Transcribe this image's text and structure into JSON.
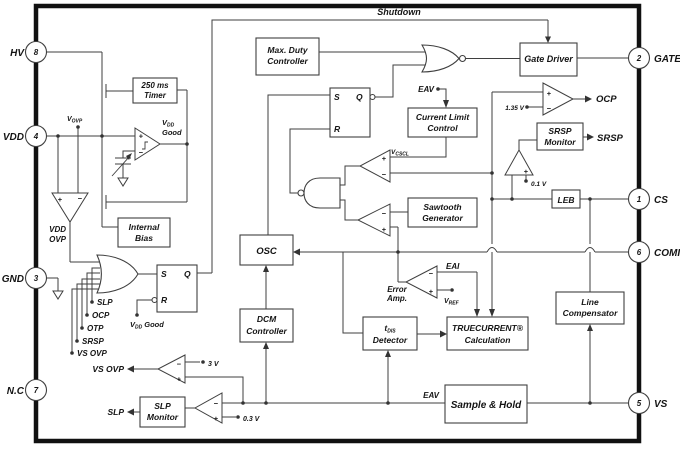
{
  "pins": {
    "hv": {
      "num": "8",
      "label": "HV"
    },
    "vdd": {
      "num": "4",
      "label": "VDD"
    },
    "gnd": {
      "num": "3",
      "label": "GND"
    },
    "nc": {
      "num": "7",
      "label": "N.C"
    },
    "gate": {
      "num": "2",
      "label": "GATE"
    },
    "cs": {
      "num": "1",
      "label": "CS"
    },
    "comi": {
      "num": "6",
      "label": "COMI"
    },
    "vs": {
      "num": "5",
      "label": "VS"
    }
  },
  "blocks": {
    "max_duty": {
      "l1": "Max. Duty",
      "l2": "Controller"
    },
    "gate_driver": {
      "l1": "Gate Driver"
    },
    "timer": {
      "l1": "250 ms",
      "l2": "Timer"
    },
    "internal_bias": {
      "l1": "Internal",
      "l2": "Bias"
    },
    "current_limit": {
      "l1": "Current Limit",
      "l2": "Control"
    },
    "sawtooth": {
      "l1": "Sawtooth",
      "l2": "Generator"
    },
    "osc": {
      "l1": "OSC"
    },
    "dcm": {
      "l1": "DCM",
      "l2": "Controller"
    },
    "tdis": {
      "t": "t",
      "sub": "DIS",
      "l2": "Detector"
    },
    "truecurrent": {
      "l1": "TRUECURRENT®",
      "l2": "Calculation"
    },
    "line_comp": {
      "l1": "Line",
      "l2": "Compensator"
    },
    "sample_hold": {
      "l1": "Sample & Hold"
    },
    "srsp_monitor": {
      "l1": "SRSP",
      "l2": "Monitor"
    },
    "slp_monitor": {
      "l1": "SLP",
      "l2": "Monitor"
    },
    "leb": {
      "l1": "LEB"
    }
  },
  "latch": {
    "s": "S",
    "r": "R",
    "q": "Q"
  },
  "signals": {
    "shutdown": "Shutdown",
    "eav": "EAV",
    "eai": "EAI",
    "vcscl": {
      "v": "V",
      "sub": "CSCL"
    },
    "vref": {
      "v": "V",
      "sub": "REF"
    },
    "vovp": {
      "v": "V",
      "sub": "OVP"
    },
    "vddgood": {
      "v": "V",
      "sub": "DD",
      "word": "Good"
    },
    "error_amp": {
      "l1": "Error",
      "l2": "Amp."
    },
    "ocp": "OCP",
    "srsp": "SRSP",
    "slp": "SLP",
    "vsovp": "VS OVP",
    "vddovp": {
      "l1": "VDD",
      "l2": "OVP"
    },
    "v135": "1.35 V",
    "v01": "0.1 V",
    "v3": "3 V",
    "v03": "0.3 V",
    "or_inputs": [
      "SLP",
      "OCP",
      "OTP",
      "SRSP",
      "VS OVP"
    ],
    "plus": "+",
    "minus": "−"
  }
}
